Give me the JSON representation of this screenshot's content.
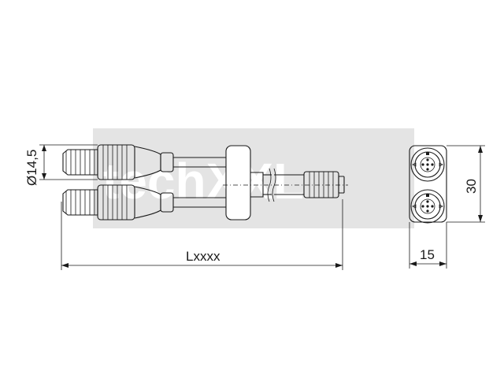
{
  "watermark": {
    "text": "techXXL",
    "color": "#e4e4e4"
  },
  "dimensions": {
    "length_label": "Lxxxx",
    "diameter_label": "Ø14,5",
    "height_label": "30",
    "width_label": "15"
  },
  "colors": {
    "line": "#1a1a1a",
    "background": "#ffffff"
  }
}
